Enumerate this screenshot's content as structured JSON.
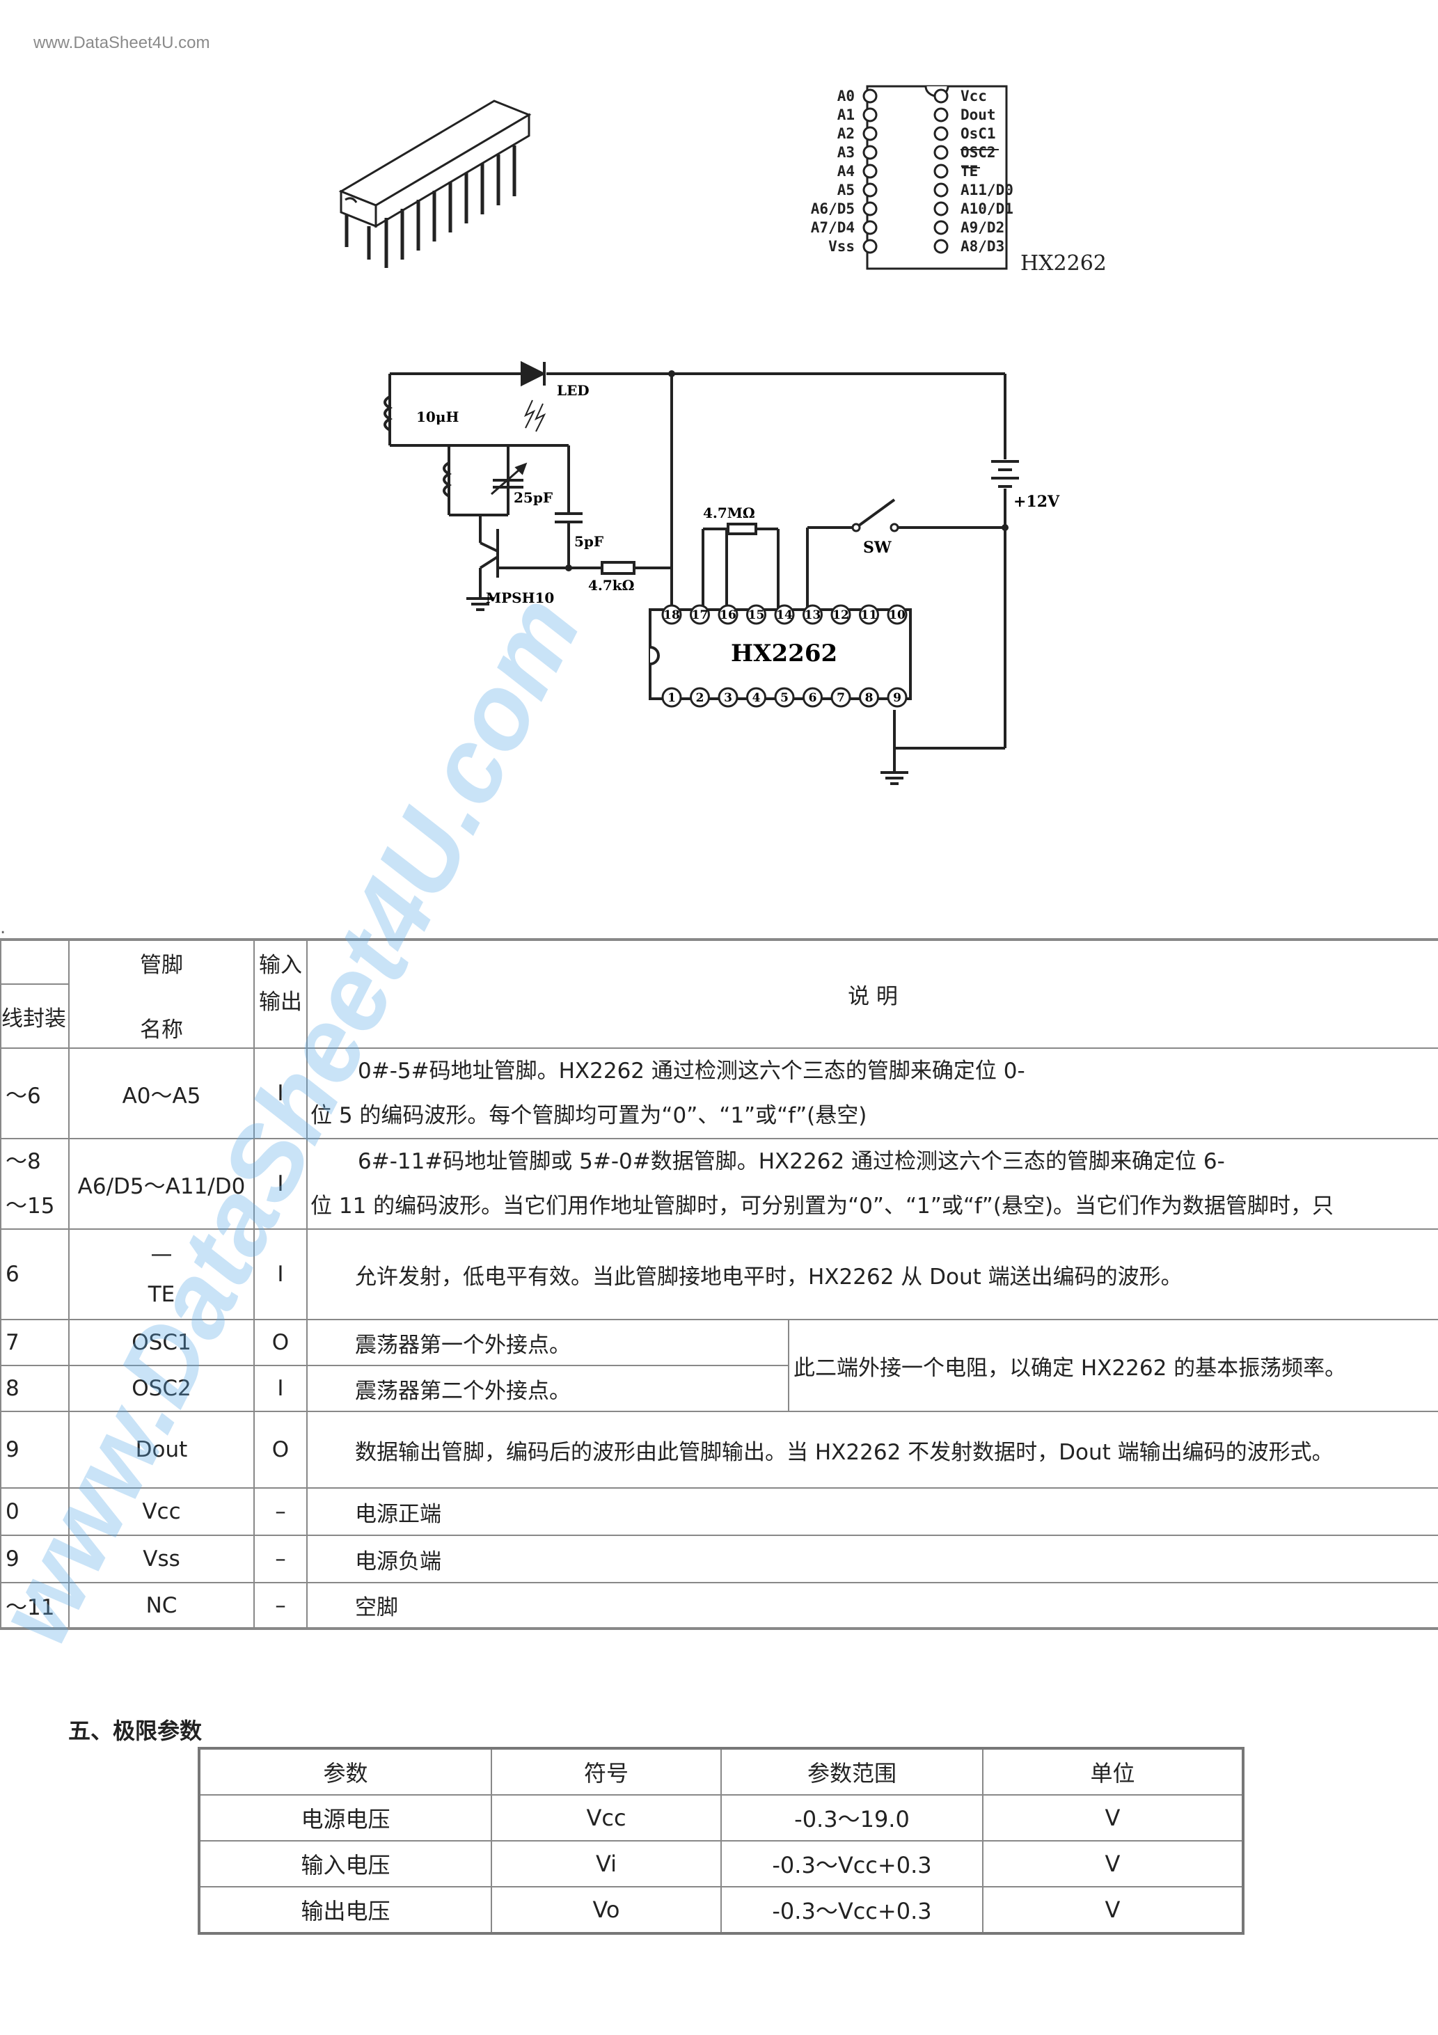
{
  "site_url": "www.DataSheet4U.com",
  "watermark": "www.DataSheet4U.com",
  "pinout": {
    "left_pins": [
      "A0",
      "A1",
      "A2",
      "A3",
      "A4",
      "A5",
      "A6/D5",
      "A7/D4",
      "Vss"
    ],
    "right_pins": [
      "Vcc",
      "Dout",
      "OsC1",
      "OSC2",
      "TE",
      "A11/D0",
      "A10/D1",
      "A9/D2",
      "A8/D3"
    ],
    "chip_name": "HX2262"
  },
  "circuit": {
    "led": "LED",
    "inductor": "10μH",
    "cap_var": "25pF",
    "cap_fixed": "5pF",
    "transistor": "MPSH10",
    "res1": "4.7kΩ",
    "res2": "4.7MΩ",
    "battery": "+12V",
    "switch": "SW",
    "chip": "HX2262",
    "top_pins": [
      "18",
      "17",
      "16",
      "15",
      "14",
      "13",
      "12",
      "11",
      "10"
    ],
    "bottom_pins": [
      "1",
      "2",
      "3",
      "4",
      "5",
      "6",
      "7",
      "8",
      "9"
    ]
  },
  "pin_table": {
    "header": {
      "col1": "线封装",
      "col2_top": "管脚",
      "col2_bottom": "名称",
      "col3_top": "输入",
      "col3_bottom": "输出",
      "col4": "说 明"
    },
    "rows": [
      {
        "pin_a": "～6",
        "name": "A0～A5",
        "io": "I",
        "line1": "0#-5#码地址管脚。HX2262 通过检测这六个三态的管脚来确定位 0-",
        "line2": "位 5 的编码波形。每个管脚均可置为“0”、“1”或“f”(悬空)"
      },
      {
        "pin_a": "～8",
        "pin_b": "～15",
        "name": "A6/D5～A11/D0",
        "io": "I",
        "line1": "6#-11#码地址管脚或 5#-0#数据管脚。HX2262 通过检测这六个三态的管脚来确定位 6-",
        "line2": "位 11 的编码波形。当它们用作地址管脚时，可分别置为“0”、“1”或“f”(悬空)。当它们作为数据管脚时，只"
      },
      {
        "pin_a": "6",
        "name_top": "—",
        "name": "TE",
        "io": "I",
        "desc": "允许发射，低电平有效。当此管脚接地电平时，HX2262 从 Dout 端送出编码的波形。"
      },
      {
        "pin_a": "7",
        "name": "OSC1",
        "io": "O",
        "desc": "震荡器第一个外接点。"
      },
      {
        "pin_a": "8",
        "name": "OSC2",
        "io": "I",
        "desc": "震荡器第二个外接点。",
        "merged": "此二端外接一个电阻，以确定 HX2262 的基本振荡频率。"
      },
      {
        "pin_a": "9",
        "name": "Dout",
        "io": "O",
        "desc": "数据输出管脚，编码后的波形由此管脚输出。当 HX2262 不发射数据时，Dout 端输出编码的波形式。"
      },
      {
        "pin_a": "0",
        "name": "Vcc",
        "io": "–",
        "desc": "电源正端"
      },
      {
        "pin_a": "9",
        "name": "Vss",
        "io": "–",
        "desc": "电源负端"
      },
      {
        "pin_a": "～11",
        "name": "NC",
        "io": "–",
        "desc": "空脚"
      }
    ]
  },
  "limits": {
    "title": "五、极限参数",
    "headers": [
      "参数",
      "符号",
      "参数范围",
      "单位"
    ],
    "rows": [
      [
        "电源电压",
        "Vcc",
        "-0.3～19.0",
        "V"
      ],
      [
        "输入电压",
        "Vi",
        "-0.3～Vcc+0.3",
        "V"
      ],
      [
        "输出电压",
        "Vo",
        "-0.3～Vcc+0.3",
        "V"
      ]
    ]
  }
}
